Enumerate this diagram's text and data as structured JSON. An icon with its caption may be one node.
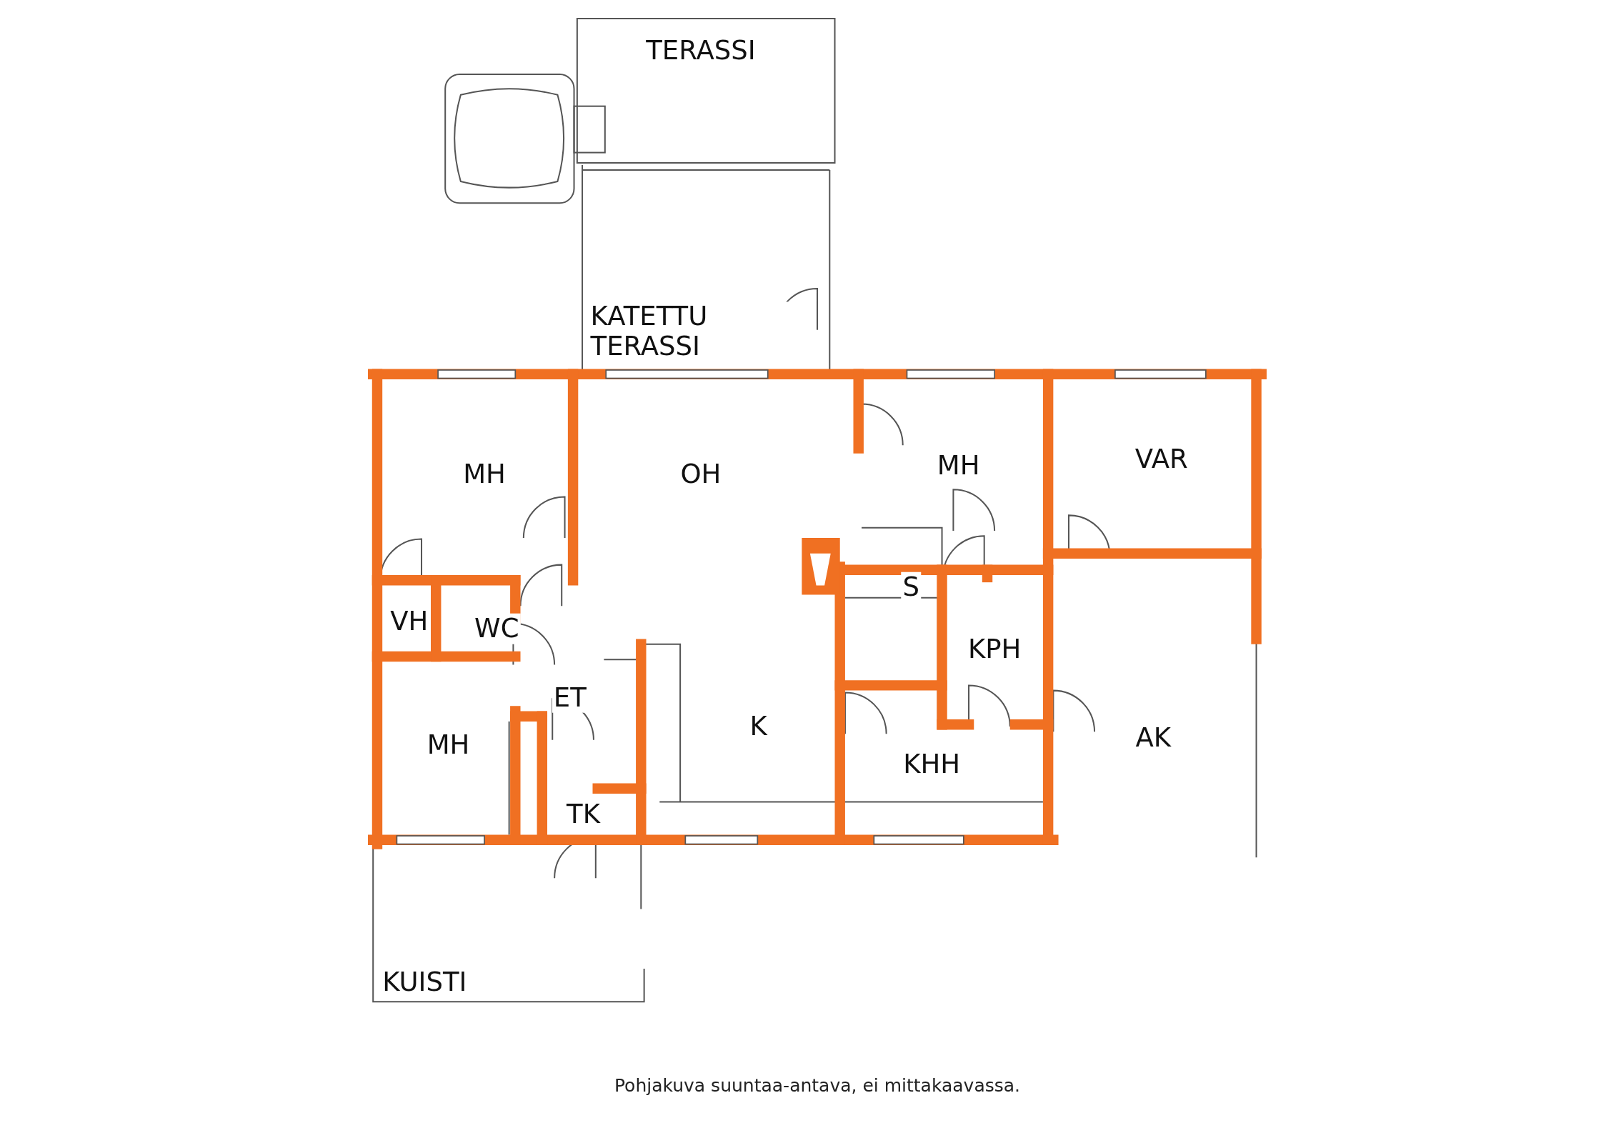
{
  "diagram": {
    "caption": "Pohjakuva suuntaa-antava, ei mittakaavassa.",
    "labels": [
      "TERASSI",
      "KATETTU TERASSI",
      "MH",
      "OH",
      "MH",
      "VAR",
      "VH",
      "WC",
      "S",
      "KPH",
      "MH",
      "ET",
      "K",
      "AK",
      "KHH",
      "TK",
      "KUISTI"
    ]
  }
}
